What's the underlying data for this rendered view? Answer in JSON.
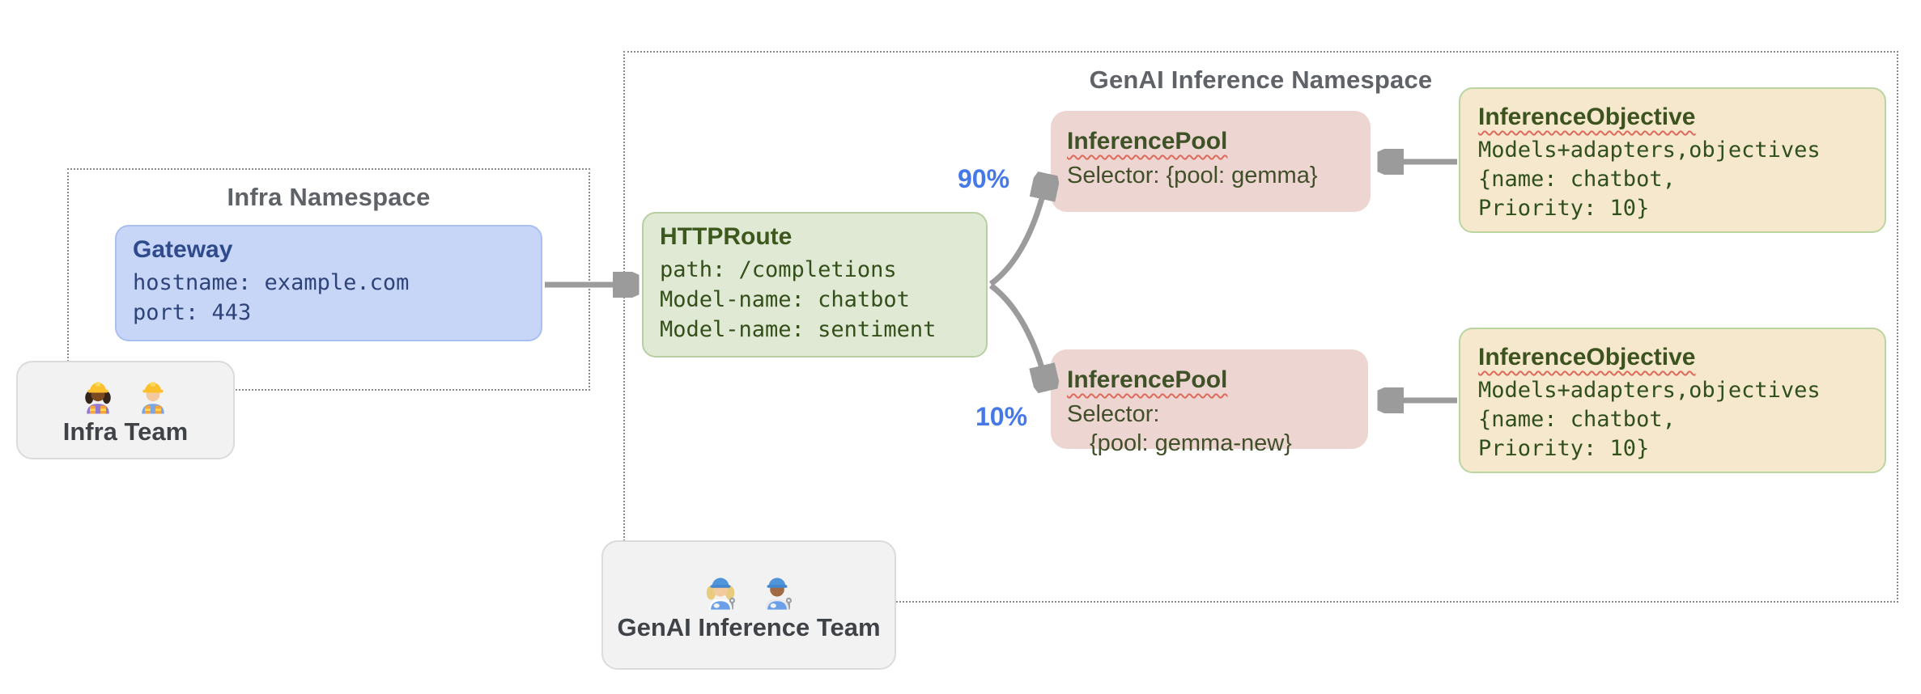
{
  "infra_namespace": {
    "label": "Infra Namespace",
    "gateway": {
      "title": "Gateway",
      "lines": [
        "hostname: example.com",
        "port: 443"
      ]
    }
  },
  "genai_namespace": {
    "label": "GenAI Inference Namespace",
    "httproute": {
      "title": "HTTPRoute",
      "lines": [
        "path: /completions",
        "Model-name: chatbot",
        "Model-name: sentiment"
      ]
    },
    "traffic_split": {
      "to_pool_gemma": "90%",
      "to_pool_gemma_new": "10%"
    },
    "inference_pools": [
      {
        "title": "InferencePool",
        "lines": [
          "Selector: {pool: gemma}"
        ]
      },
      {
        "title": "InferencePool",
        "lines": [
          "Selector:",
          "{pool: gemma-new}"
        ]
      }
    ],
    "inference_objectives": [
      {
        "title": "InferenceObjective",
        "lines": [
          "Models+adapters,objectives",
          "{name: chatbot,",
          "Priority: 10}"
        ]
      },
      {
        "title": "InferenceObjective",
        "lines": [
          "Models+adapters,objectives",
          "{name: chatbot,",
          "Priority: 10}"
        ]
      }
    ]
  },
  "teams": {
    "infra": {
      "label": "Infra Team",
      "icons": [
        "woman-construction-worker",
        "man-construction-worker"
      ]
    },
    "genai": {
      "label": "GenAI Inference Team",
      "icons": [
        "woman-mechanic",
        "man-mechanic"
      ]
    }
  },
  "colors": {
    "gateway_fill": "#c7d6f7",
    "gateway_border": "#a9bef1",
    "gateway_text": "#2e4379",
    "route_fill": "#dfe9d4",
    "route_border": "#b7cfa3",
    "route_text": "#344f1a",
    "pool_fill": "#edd5d2",
    "pool_text": "#3f5126",
    "objective_fill": "#f6e8cd",
    "objective_border": "#bad59f",
    "objective_text": "#2f4f1d",
    "team_fill": "#f2f2f2",
    "team_border": "#dbdbdb",
    "team_text": "#3f4347",
    "namespace_label": "#5f6368",
    "arrow": "#9b9b9b",
    "percent_blue": "#4678e8",
    "spellcheck_wavy": "#dd6a5a"
  }
}
